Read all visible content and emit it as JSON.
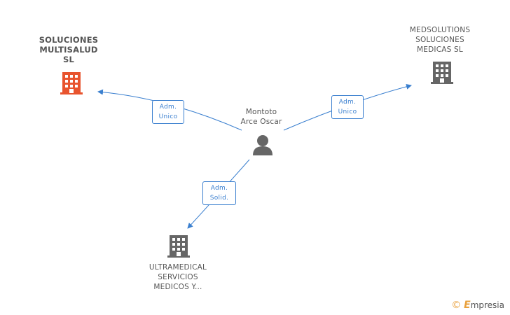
{
  "nodes": {
    "company_left": {
      "lines": [
        "SOLUCIONES",
        "MULTISALUD",
        "SL"
      ],
      "color": "#e8542e"
    },
    "company_right": {
      "lines": [
        "MEDSOLUTIONS",
        "SOLUCIONES",
        "MEDICAS  SL"
      ],
      "color": "#666666"
    },
    "person": {
      "lines": [
        "Montoto",
        "Arce Oscar"
      ],
      "color": "#666666"
    },
    "company_bottom": {
      "lines": [
        "ULTRAMEDICAL",
        "SERVICIOS",
        "MEDICOS Y..."
      ],
      "color": "#666666"
    }
  },
  "edges": {
    "to_left": {
      "role_lines": [
        "Adm.",
        "Unico"
      ]
    },
    "to_right": {
      "role_lines": [
        "Adm.",
        "Unico"
      ]
    },
    "to_bottom": {
      "role_lines": [
        "Adm.",
        "Solid."
      ]
    }
  },
  "edge_color": "#3a7fcf",
  "brand": {
    "copyright": "©",
    "initial": "E",
    "name": "mpresia"
  }
}
